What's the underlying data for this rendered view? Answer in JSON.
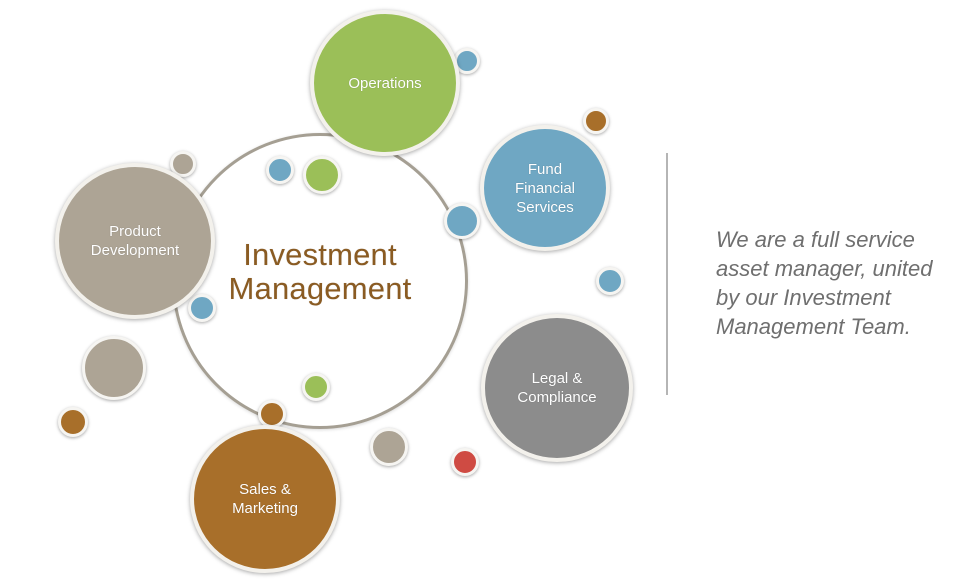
{
  "diagram": {
    "center": {
      "title_line1": "Investment",
      "title_line2": "Management",
      "color": "#8a5b22"
    },
    "nodes": [
      {
        "id": "operations",
        "line1": "Operations",
        "line2": "",
        "line3": "",
        "color": "#9bbf58"
      },
      {
        "id": "fund-financial-services",
        "line1": "Fund",
        "line2": "Financial",
        "line3": "Services",
        "color": "#6fa7c3"
      },
      {
        "id": "product-development",
        "line1": "Product",
        "line2": "Development",
        "line3": "",
        "color": "#ada495"
      },
      {
        "id": "legal-compliance",
        "line1": "Legal &",
        "line2": "Compliance",
        "line3": "",
        "color": "#8c8c8c"
      },
      {
        "id": "sales-marketing",
        "line1": "Sales &",
        "line2": "Marketing",
        "line3": "",
        "color": "#a86f2a"
      }
    ],
    "accent_colors": {
      "green": "#9bbf58",
      "blue": "#6fa7c3",
      "taupe": "#ada495",
      "brown": "#a86f2a",
      "gray": "#8c8c8c",
      "red": "#cf4b43",
      "ring": "#a59f93"
    }
  },
  "tagline": {
    "line1": "We are a full service",
    "line2": "asset manager, united",
    "line3": "by our Investment",
    "line4": "Management Team."
  }
}
